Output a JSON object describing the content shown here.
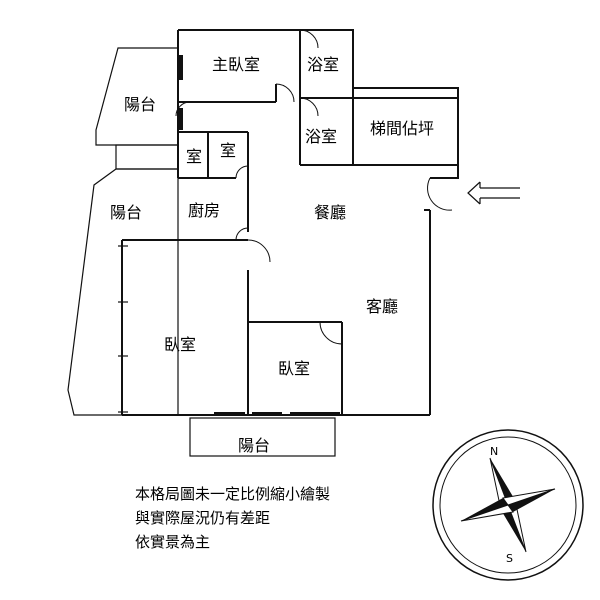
{
  "rooms": {
    "master_bedroom": "主臥室",
    "bathroom_1": "浴室",
    "bathroom_2": "浴室",
    "stair_estimate": "梯間佔坪",
    "balcony_nw": "陽台",
    "closet_1": "室",
    "closet_2": "室",
    "balcony_w": "陽台",
    "kitchen": "廚房",
    "dining": "餐廳",
    "living": "客廳",
    "bedroom_large": "臥室",
    "bedroom_small": "臥室",
    "balcony_s": "陽台"
  },
  "notes": [
    "本格局圖未一定比例縮小繪製",
    "與實際屋況仍有差距",
    "依實景為主"
  ],
  "compass": {
    "north": "N",
    "south": "S"
  },
  "entrance_arrow": "left-arrow-icon"
}
